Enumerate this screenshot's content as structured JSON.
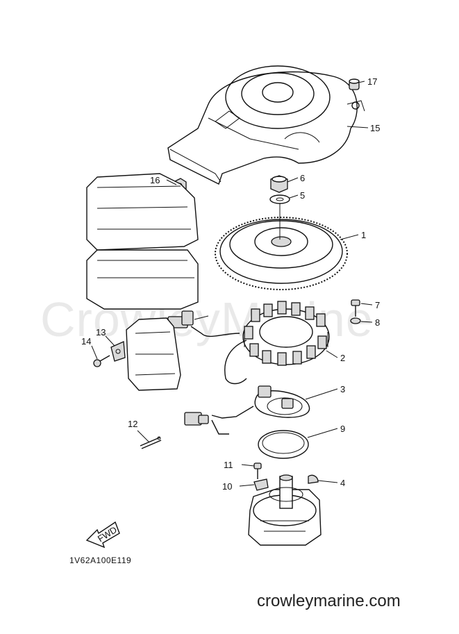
{
  "diagram": {
    "drawing_code": "1V62A100E119",
    "watermark": "CrowleyMarine",
    "site_footer": "crowleymarine.com",
    "fwd_label": "FWD",
    "callouts": [
      {
        "id": "c1",
        "text": "1"
      },
      {
        "id": "c2",
        "text": "2"
      },
      {
        "id": "c3",
        "text": "3"
      },
      {
        "id": "c4",
        "text": "4"
      },
      {
        "id": "c5",
        "text": "5"
      },
      {
        "id": "c6",
        "text": "6"
      },
      {
        "id": "c7",
        "text": "7"
      },
      {
        "id": "c8",
        "text": "8"
      },
      {
        "id": "c9",
        "text": "9"
      },
      {
        "id": "c10",
        "text": "10"
      },
      {
        "id": "c11",
        "text": "11"
      },
      {
        "id": "c12",
        "text": "12"
      },
      {
        "id": "c13",
        "text": "13"
      },
      {
        "id": "c14",
        "text": "14"
      },
      {
        "id": "c15",
        "text": "15"
      },
      {
        "id": "c16",
        "text": "16"
      },
      {
        "id": "c17",
        "text": "17"
      }
    ]
  }
}
